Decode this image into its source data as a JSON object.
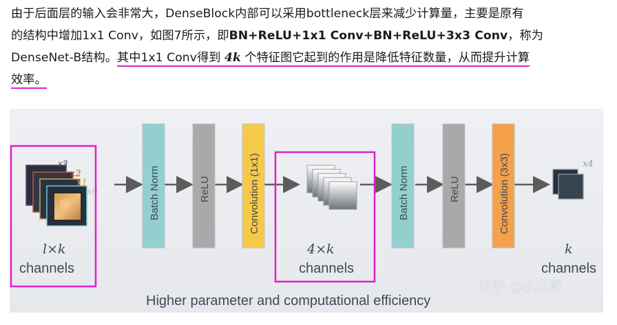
{
  "paragraph": {
    "line1": "由于后面层的输入会非常大，DenseBlock内部可以采用bottleneck层来减少计算量，主要是原有",
    "line2_pre": "的结构中增加1x1 Conv，如图7所示，即",
    "line2_bold": "BN+ReLU+1x1 Conv+BN+ReLU+3x3 Conv",
    "line2_post": "，称为",
    "line3_pre": "DenseNet-B结构。",
    "line3_hl_a": "其中1x1 Conv得到 ",
    "line3_hl_math": "4k",
    "line3_hl_b": " 个特征图它起到的作用是降低特征数量，从而提升计算",
    "line4_hl": "效率。"
  },
  "diagram": {
    "blocks": [
      "Batch Norm",
      "ReLU",
      "Convolution (1x1)",
      "Batch Norm",
      "ReLU",
      "Convolution (3x3)"
    ],
    "stack_labels": [
      "x3",
      "x2",
      "x1",
      "x0"
    ],
    "input_label": "l×k",
    "input_channels": "channels",
    "mid_label": "4×k",
    "mid_channels": "channels",
    "output_label": "k",
    "output_channels": "channels",
    "output_stack_label": "x4",
    "caption": "Higher parameter and computational efficiency",
    "watermark": "知乎 @小白将"
  },
  "colors": {
    "highlight": "#e01fc8",
    "batch_norm": "#93cfcf",
    "relu": "#a9a9a9",
    "conv1": "#f7c948",
    "conv3": "#f5a04a",
    "figure_bg": "#e9ebee"
  }
}
